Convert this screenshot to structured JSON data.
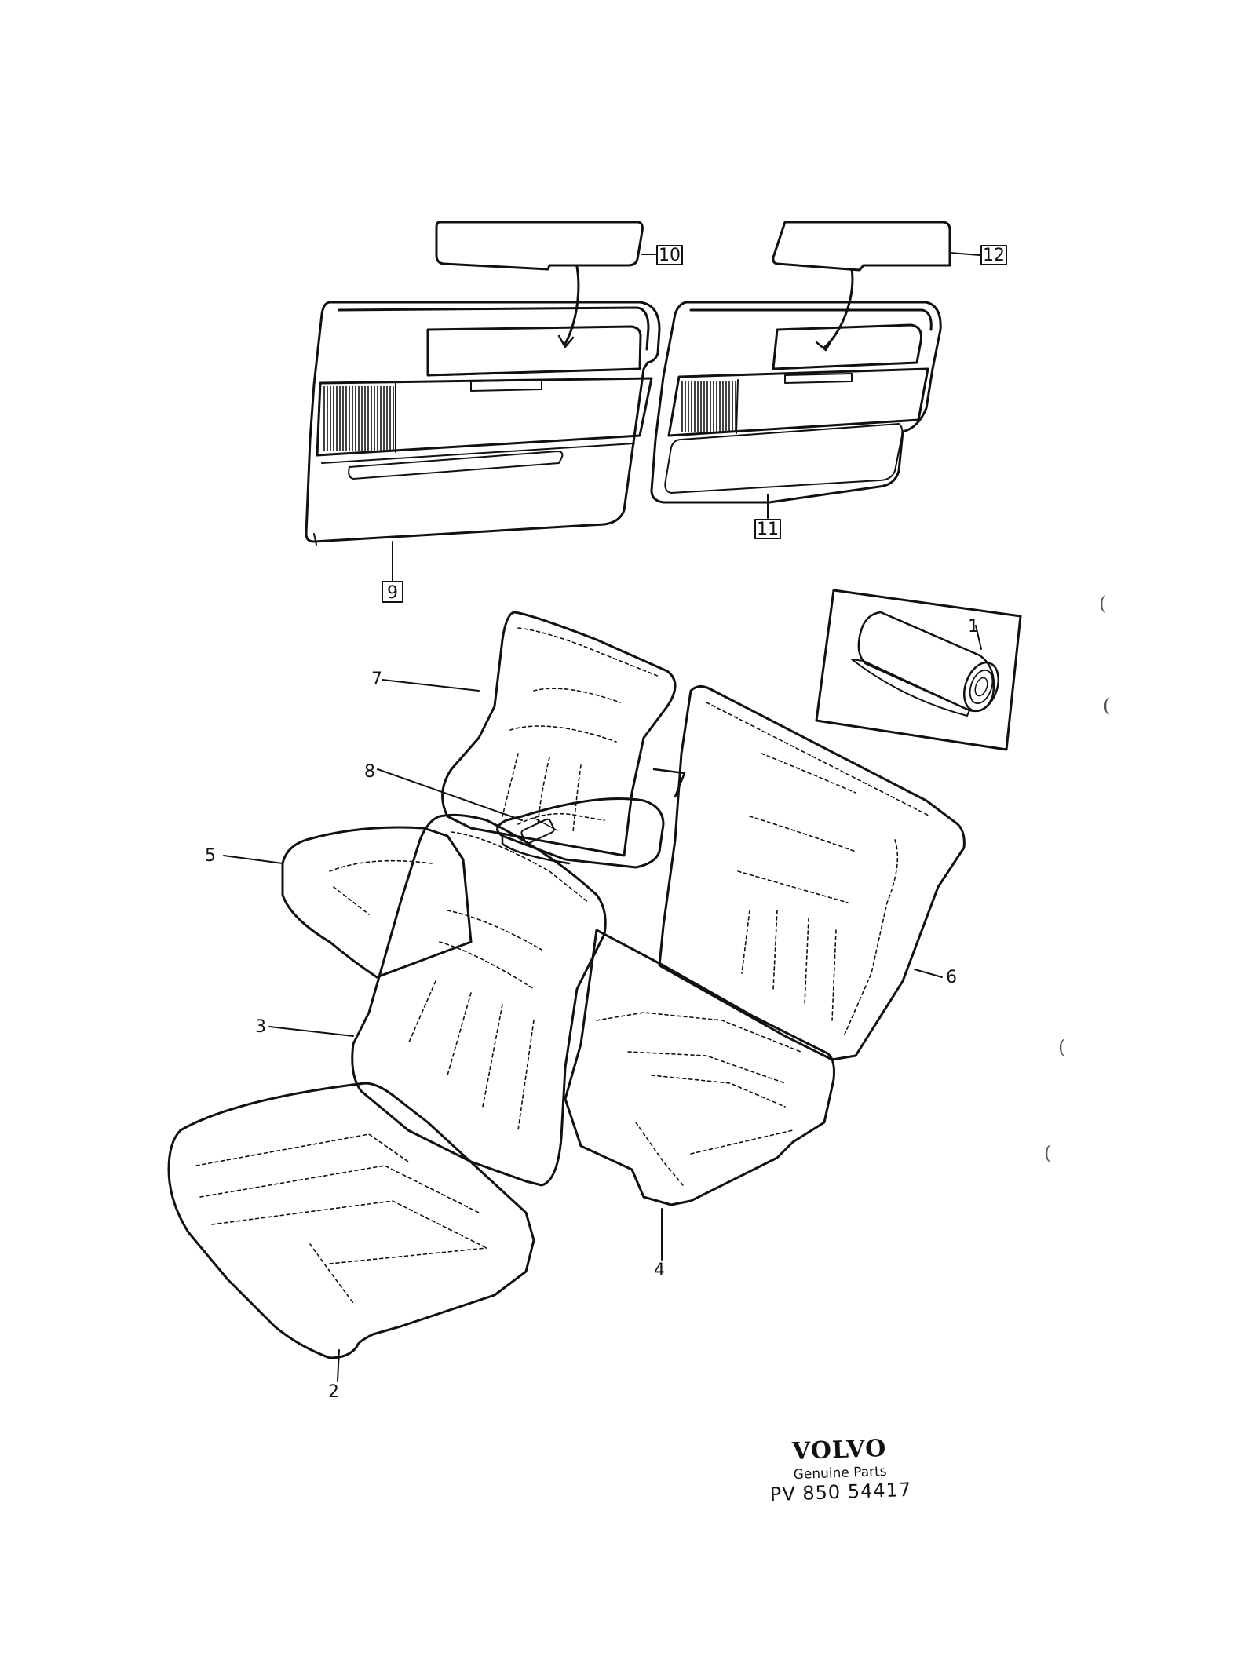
{
  "callouts": {
    "c1": "1",
    "c2": "2",
    "c3": "3",
    "c4": "4",
    "c5": "5",
    "c6": "6",
    "c7": "7",
    "c8": "8",
    "c9": "9",
    "c10": "10",
    "c11": "11",
    "c12": "12"
  },
  "brand": {
    "name": "VOLVO",
    "tagline": "Genuine Parts",
    "code": "PV 850 54417"
  },
  "margin_marks": [
    "(",
    "(",
    "(",
    "("
  ],
  "colors": {
    "ink": "#111111",
    "paper": "#ffffff"
  }
}
